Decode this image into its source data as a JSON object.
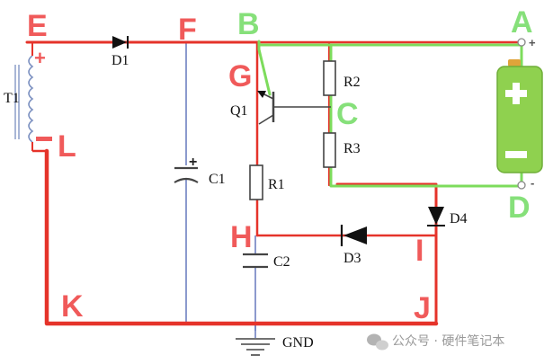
{
  "colors": {
    "red_wire": "#e5332a",
    "green_wire": "#7ddc5c",
    "blue_wire": "#5a6fb8",
    "node_red": "#f05a5a",
    "node_green": "#86e07a",
    "battery_body": "#8fd14f",
    "battery_cap": "#e0a43a",
    "watermark": "#9a9a9a"
  },
  "nodes": {
    "A": "A",
    "B": "B",
    "C": "C",
    "D": "D",
    "E": "E",
    "F": "F",
    "G": "G",
    "H": "H",
    "I": "I",
    "J": "J",
    "K": "K",
    "L": "L"
  },
  "components": {
    "transformer": "T1",
    "diode_1": "D1",
    "capacitor_1": "C1",
    "transistor": "Q1",
    "resistor_1": "R1",
    "resistor_2": "R2",
    "resistor_3": "R3",
    "capacitor_2": "C2",
    "diode_3": "D3",
    "diode_4": "D4",
    "ground": "GND"
  },
  "polarity": {
    "t1_plus": "+",
    "c1_plus": "+",
    "out_plus": "+",
    "out_minus": "-"
  },
  "icons": {
    "battery": "battery-icon",
    "watermark": "wechat-icon"
  },
  "watermark": {
    "text": "公众号 · 硬件笔记本"
  }
}
